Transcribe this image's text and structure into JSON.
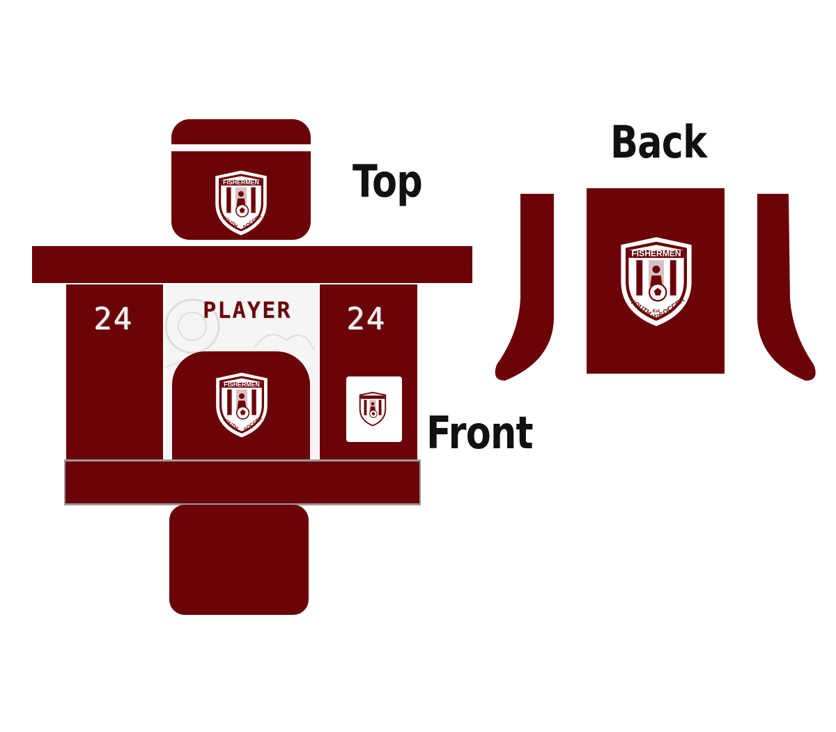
{
  "labels": {
    "top": "Top",
    "back": "Back",
    "front": "Front"
  },
  "player": {
    "name": "PLAYER",
    "number_left": "24",
    "number_right": "24"
  },
  "crest": {
    "name": "FISHERMEN",
    "line1": "YOUTH",
    "line2": "SOCCER",
    "est": "Est",
    "year": "1975"
  },
  "colors": {
    "maroon": "#6b0409",
    "white": "#ffffff"
  }
}
